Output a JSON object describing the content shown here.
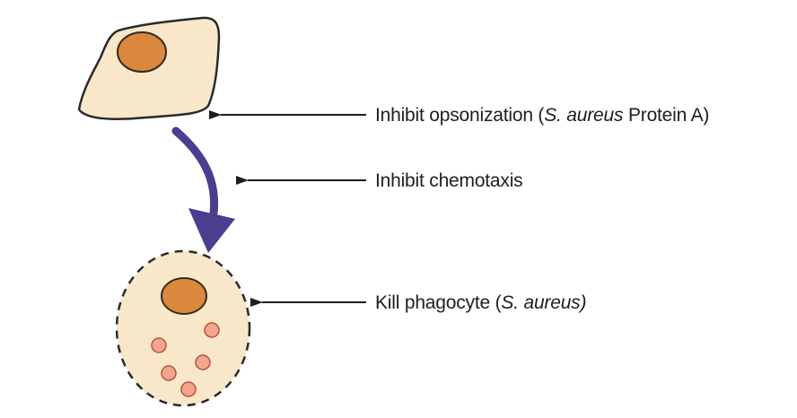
{
  "colors": {
    "cell_fill": "#f9e7c9",
    "cell_stroke": "#2a2a2a",
    "nucleus_fill": "#d9883d",
    "nucleus_stroke": "#3a2a1a",
    "granule_fill": "#f3a58e",
    "granule_stroke": "#b5523e",
    "curved_arrow": "#4b3d8f",
    "pointer_arrow": "#1e1e1e",
    "text": "#1e1e1e"
  },
  "annotations": [
    {
      "pre": "Inhibit opsonization (",
      "italic": "S. aureus",
      "post": " Protein A)"
    },
    {
      "pre": "Inhibit chemotaxis",
      "italic": "",
      "post": ""
    },
    {
      "pre": "Kill phagocyte (",
      "italic": "S. aureus)",
      "post": ""
    }
  ]
}
